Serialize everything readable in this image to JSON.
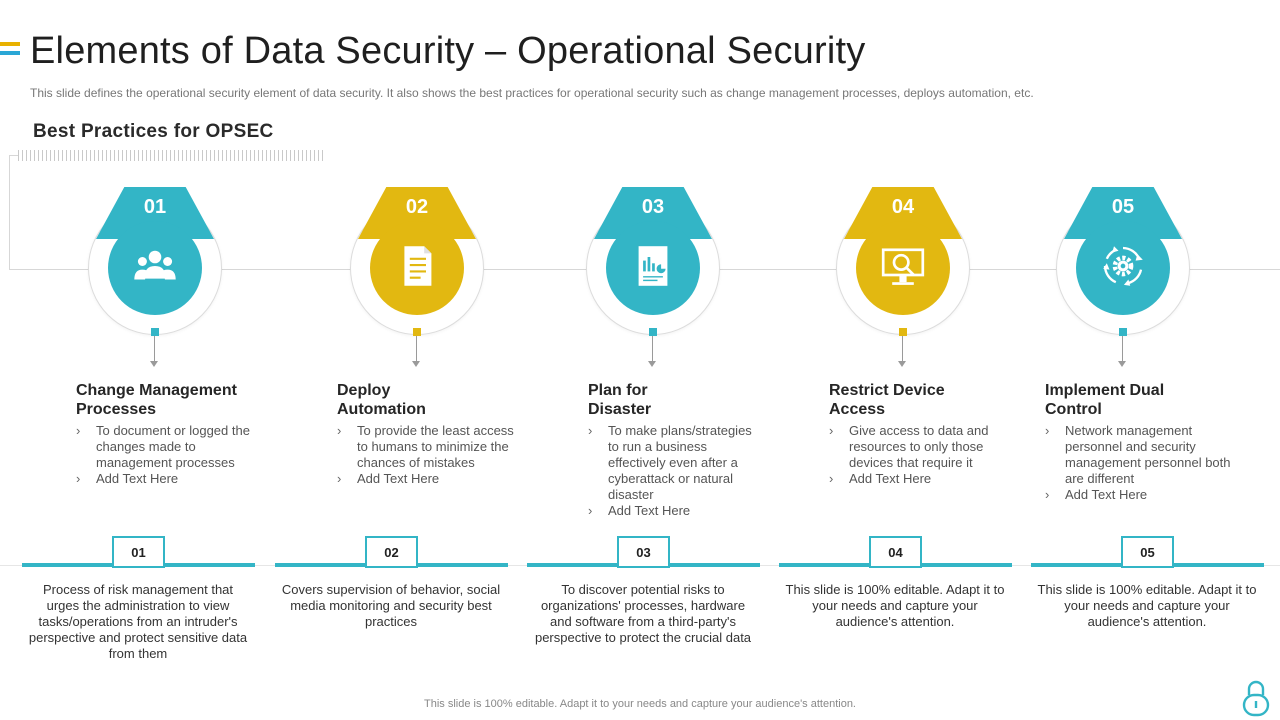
{
  "slide": {
    "title": "Elements of Data Security – Operational Security",
    "subtitle": "This slide defines the operational security element of data security. It also shows the best practices for operational security such as change management processes, deploys automation, etc.",
    "section_heading": "Best Practices for OPSEC",
    "footer": "This slide is 100% editable.  Adapt it to your needs and capture your audience's attention."
  },
  "colors": {
    "teal": "#33b5c6",
    "gold": "#e2b811",
    "accent_blue": "#2aa7d6",
    "accent_gold": "#e8b100"
  },
  "steps": [
    {
      "number": "01",
      "color": "teal",
      "icon": "team-icon",
      "title": "Change Management\nProcesses",
      "bullets": [
        "To document or logged the changes made to management processes",
        "Add Text Here"
      ]
    },
    {
      "number": "02",
      "color": "gold",
      "icon": "document-icon",
      "title": " Deploy\nAutomation",
      "bullets": [
        "To provide  the least access to humans to minimize the chances of mistakes",
        "Add Text Here"
      ]
    },
    {
      "number": "03",
      "color": "teal",
      "icon": "report-icon",
      "title": "Plan for\nDisaster",
      "bullets": [
        "To make plans/strategies to run a business effectively even  after a cyberattack or natural disaster",
        "Add Text Here"
      ]
    },
    {
      "number": "04",
      "color": "gold",
      "icon": "monitor-search-icon",
      "title": "Restrict Device\nAccess",
      "bullets": [
        "Give access to data and resources to only those devices that require it",
        "Add Text Here"
      ]
    },
    {
      "number": "05",
      "color": "teal",
      "icon": "gear-cycle-icon",
      "title": " Implement Dual\nControl",
      "bullets": [
        "Network management personnel and security management personnel both are different",
        "Add Text Here"
      ]
    }
  ],
  "bottom_items": [
    {
      "number": "01",
      "text": "Process of risk management that urges the administration to view tasks/operations from an intruder's perspective and protect sensitive data from them"
    },
    {
      "number": "02",
      "text": "Covers supervision of behavior,  social media monitoring and security best practices"
    },
    {
      "number": "03",
      "text": "To discover potential risks to organizations' processes, hardware and software from a third-party's perspective to protect the crucial data"
    },
    {
      "number": "04",
      "text": "This slide is 100% editable. Adapt it to your needs and capture your audience's attention."
    },
    {
      "number": "05",
      "text": "This slide is 100% editable. Adapt it to your needs and capture your audience's attention."
    }
  ]
}
